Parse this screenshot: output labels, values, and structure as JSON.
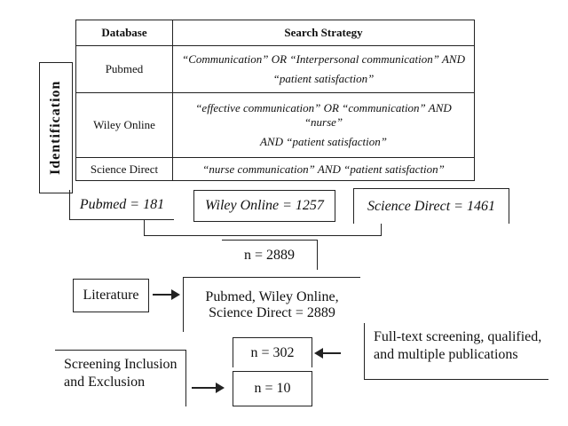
{
  "phase_label": "Identification",
  "table": {
    "headers": [
      "Database",
      "Search Strategy"
    ],
    "rows": [
      {
        "db": "Pubmed",
        "line1": "“Communication” OR “Interpersonal communication” AND",
        "line2": "“patient satisfaction”"
      },
      {
        "db": "Wiley Online",
        "line1": "“effective communication” OR “communication” AND “nurse”",
        "line2": "AND “patient satisfaction”"
      },
      {
        "db": "Science Direct",
        "line1": "“nurse communication” AND “patient satisfaction”",
        "line2": ""
      }
    ]
  },
  "counts": {
    "pubmed": "Pubmed = 181",
    "wiley": "Wiley Online = 1257",
    "science": "Science Direct = 1461"
  },
  "total": "n = 2889",
  "literature": "Literature",
  "combined": {
    "line1": "Pubmed, Wiley Online,",
    "line2": "Science Direct = 2889"
  },
  "fulltext": {
    "line1": "Full-text screening, qualified,",
    "line2": "and multiple publications"
  },
  "n302": "n = 302",
  "screening": {
    "line1": "Screening Inclusion",
    "line2": "and Exclusion"
  },
  "n10": "n = 10"
}
